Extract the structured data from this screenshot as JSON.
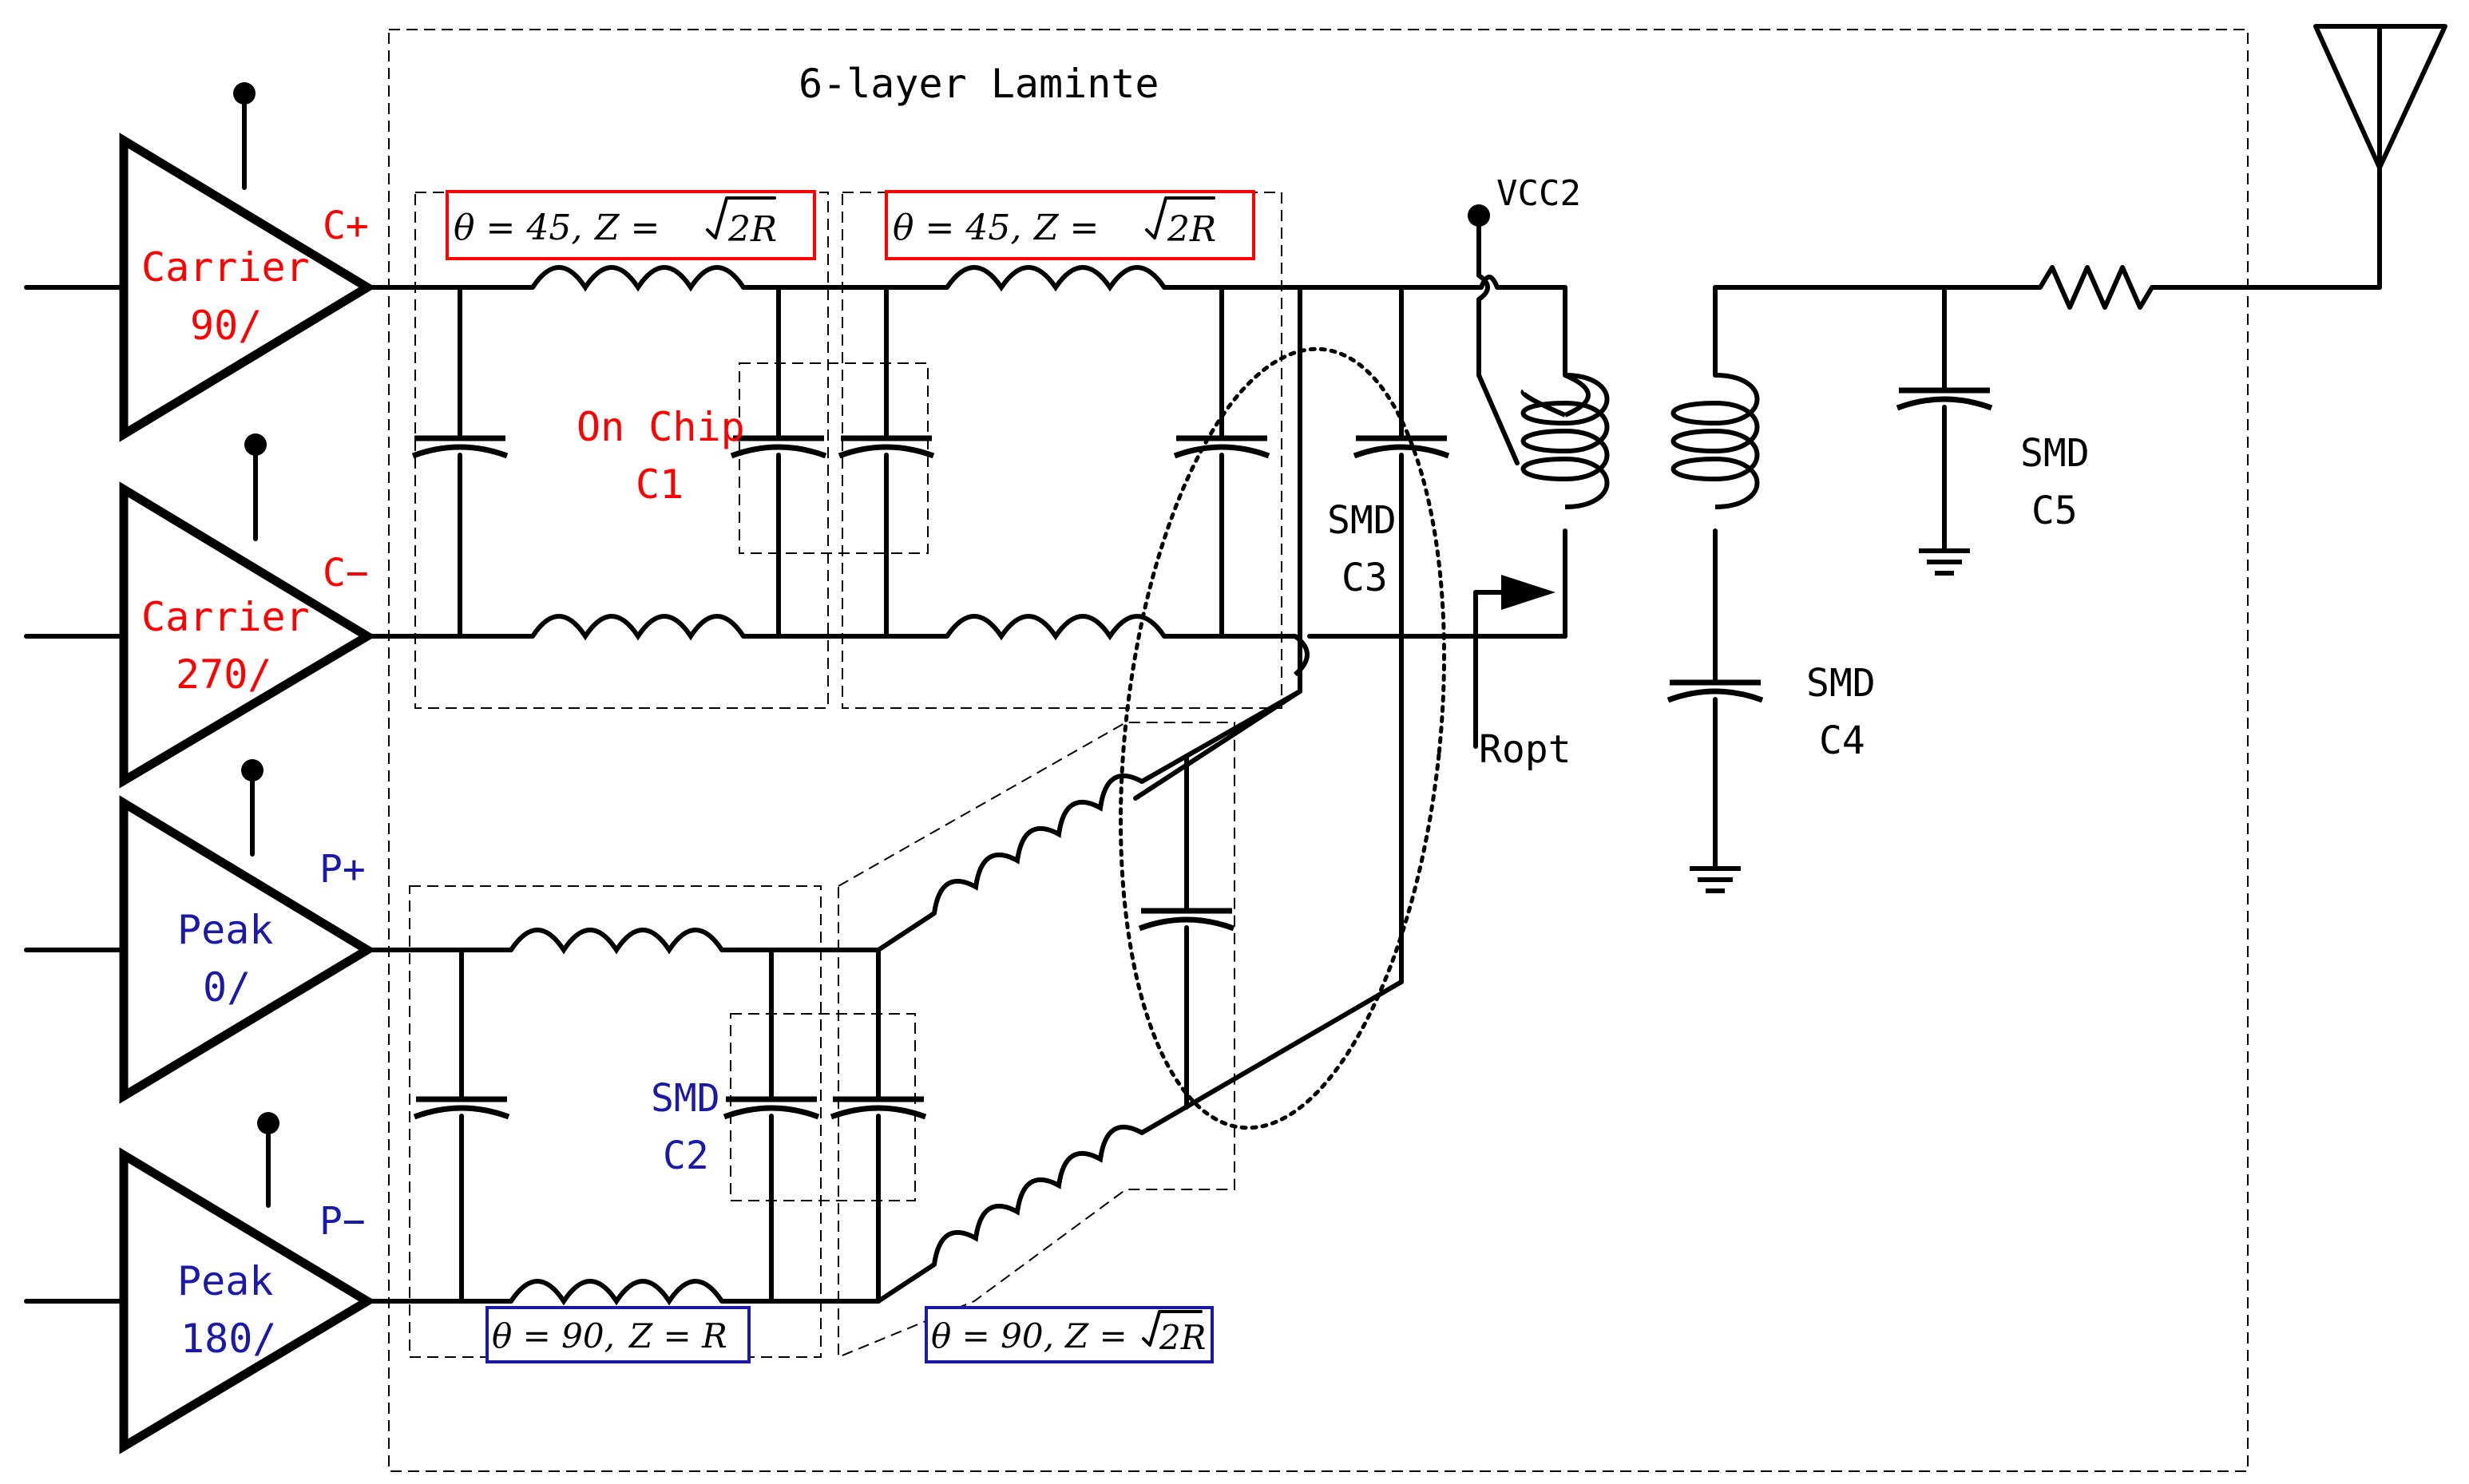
{
  "title": "6-layer Laminte",
  "colors": {
    "carrier": "#ff0000",
    "peak": "#1a1aa6",
    "box_red": "#ff0000",
    "box_blue": "#1a1aa6",
    "line": "#000000"
  },
  "amplifiers": [
    {
      "id": "carrier-90",
      "name": "Carrier",
      "phase": "90/",
      "port": "C+",
      "color": "#ff0000"
    },
    {
      "id": "carrier-270",
      "name": "Carrier",
      "phase": "270/",
      "port": "C−",
      "color": "#ff0000"
    },
    {
      "id": "peak-0",
      "name": "Peak",
      "phase": "0/",
      "port": "P+",
      "color": "#1a1aa6"
    },
    {
      "id": "peak-180",
      "name": "Peak",
      "phase": "180/",
      "port": "P−",
      "color": "#1a1aa6"
    }
  ],
  "line_params": {
    "carrier_1": {
      "theta": "θ = 45,",
      "z": "Z = ",
      "root": "2R"
    },
    "carrier_2": {
      "theta": "θ = 45,",
      "z": "Z = ",
      "root": "2R"
    },
    "peak_1": {
      "theta": "θ = 90,",
      "z": "Z = R"
    },
    "peak_2": {
      "theta": "θ = 90,",
      "z": "Z = ",
      "root": "2R"
    }
  },
  "components": {
    "c1": {
      "line1": "On Chip",
      "line2": "C1"
    },
    "c2": {
      "line1": "SMD",
      "line2": "C2"
    },
    "c3": {
      "line1": "SMD",
      "line2": "C3"
    },
    "c4": {
      "line1": "SMD",
      "line2": "C4"
    },
    "c5": {
      "line1": "SMD",
      "line2": "C5"
    },
    "vcc": "VCC2",
    "ropt": "Ropt"
  },
  "icons": [
    "amplifier-triangle",
    "inductor-coil",
    "capacitor",
    "transformer",
    "ground",
    "resistor",
    "antenna"
  ]
}
